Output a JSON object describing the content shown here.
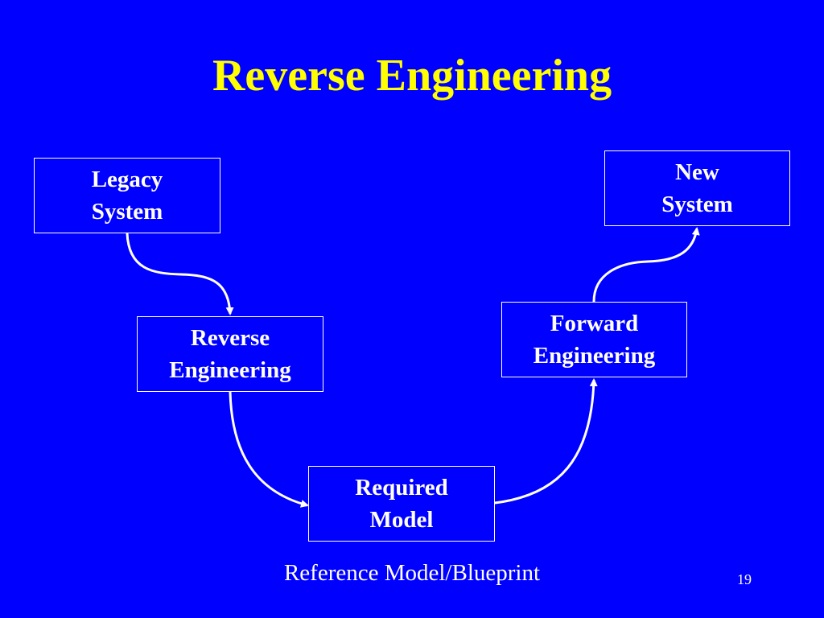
{
  "title": "Reverse Engineering",
  "colors": {
    "background": "#0000ff",
    "title": "#ffff00",
    "box_border": "#ffffff",
    "text": "#ffffff",
    "arrow": "#ffffff"
  },
  "boxes": {
    "legacy": {
      "line1": "Legacy",
      "line2": "System"
    },
    "reverse": {
      "line1": "Reverse",
      "line2": "Engineering"
    },
    "required": {
      "line1": "Required",
      "line2": "Model"
    },
    "forward": {
      "line1": "Forward",
      "line2": "Engineering"
    },
    "new_system": {
      "line1": "New",
      "line2": "System"
    }
  },
  "flow": [
    "legacy",
    "reverse",
    "required",
    "forward",
    "new_system"
  ],
  "caption": "Reference Model/Blueprint",
  "page_number": "19"
}
